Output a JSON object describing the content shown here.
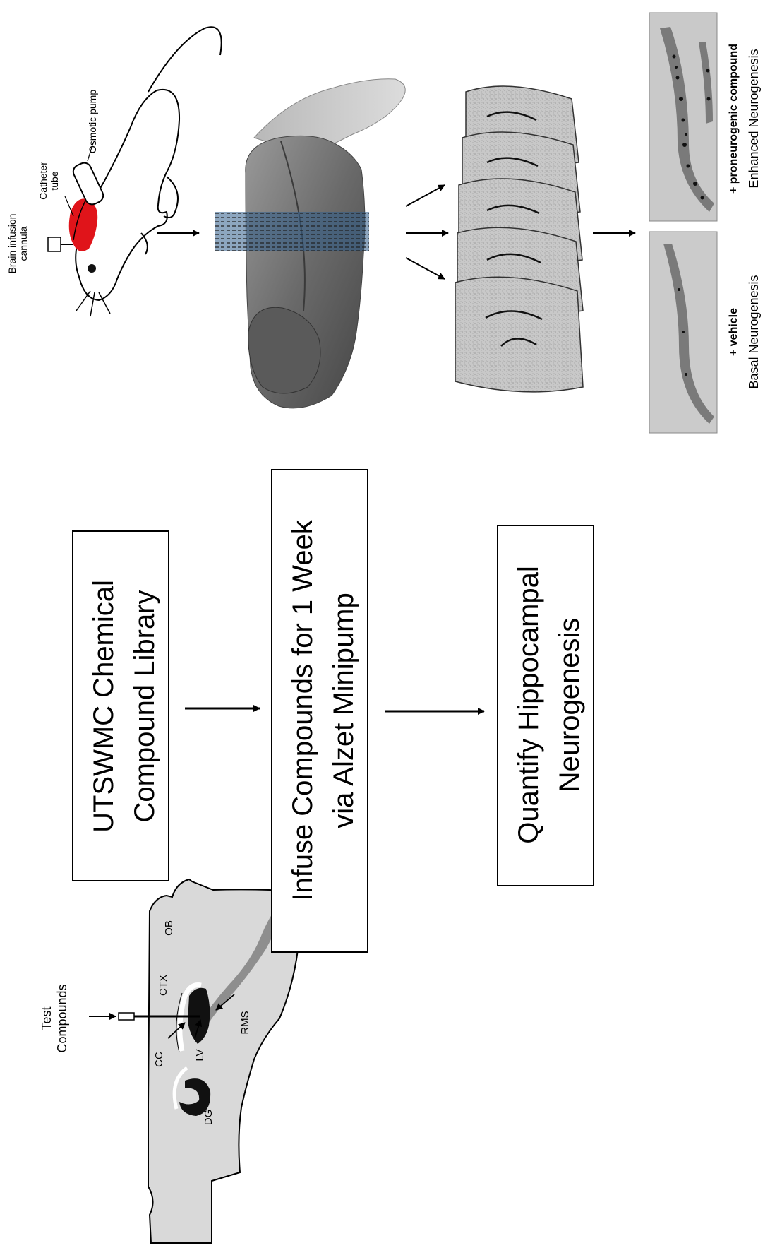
{
  "sagittal": {
    "test_compounds": [
      "Test",
      "Compounds"
    ],
    "labels": {
      "ob": "OB",
      "ctx": "CTX",
      "cc": "CC",
      "lv": "LV",
      "rms": "RMS",
      "dg": "DG"
    }
  },
  "flow": {
    "box1": [
      "UTSWMC Chemical",
      "Compound Library"
    ],
    "box2": [
      "Infuse Compounds for 1 Week",
      "via Alzet Minipump"
    ],
    "box3": [
      "Quantify Hippocampal",
      "Neurogenesis"
    ]
  },
  "mouse": {
    "brain_infusion_cannula": [
      "Brain infusion",
      "cannula"
    ],
    "catheter_tube": [
      "Catheter",
      "tube"
    ],
    "osmotic_pump": "Osmotic pump"
  },
  "results": {
    "vehicle_title": "+ vehicle",
    "vehicle_caption": "Basal Neurogenesis",
    "compound_title": "+ proneurogenic compound",
    "compound_caption": "Enhanced Neurogenesis"
  },
  "colors": {
    "infusion_red": "#e0141a",
    "brain_gray": "#d9d9d9",
    "slab_blue": "#2f5d8a"
  }
}
